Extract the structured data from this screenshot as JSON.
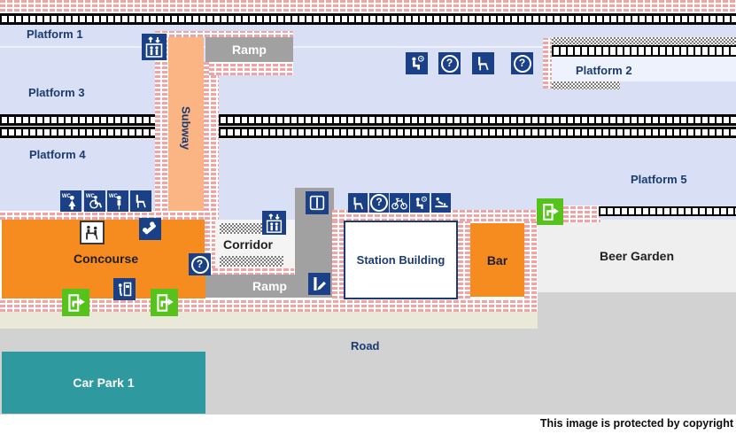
{
  "labels": {
    "platform1": "Platform 1",
    "platform2": "Platform 2",
    "platform3": "Platform 3",
    "platform4": "Platform 4",
    "platform5": "Platform 5",
    "ramp_top": "Ramp",
    "ramp_bottom": "Ramp",
    "subway": "Subway",
    "corridor": "Corridor",
    "concourse": "Concourse",
    "station_building": "Station Building",
    "bar": "Bar",
    "beer_garden": "Beer Garden",
    "road": "Road",
    "car_park": "Car Park 1",
    "copyright": "This image is protected by copyright"
  },
  "icons": {
    "wc_label": "WC",
    "help_glyph": "?",
    "lift": "up/down arrows over passenger box",
    "waiting_room": "seated person with clock",
    "help_point": "question mark in circle",
    "seat": "chair",
    "toilet_female": "WC woman",
    "toilet_accessible": "WC wheelchair",
    "toilet_male": "WC man",
    "ticket_gates": "gate with centre bar",
    "cycle_storage": "bicycle",
    "baby_change": "baby changing table",
    "exit": "door with arrow",
    "ticket_office": "clerk and customer at counter",
    "telephone": "telephone handset",
    "ticket_machine": "person at machine",
    "card_device": "hand with ticket"
  },
  "colors": {
    "lavender": "#d9dff5",
    "navy": "#1b3c71",
    "orange": "#f68b1f",
    "peach": "#fbb584",
    "ramp": "#a1a1a1",
    "beer": "#efefef",
    "roadgray": "#d2d2d2",
    "beige": "#eae8d8",
    "teal": "#2e9aa0",
    "iconblue": "#1a4187",
    "green": "#55c31c",
    "brick": "#f2a3a3",
    "plat2white": "#eef2fc"
  }
}
